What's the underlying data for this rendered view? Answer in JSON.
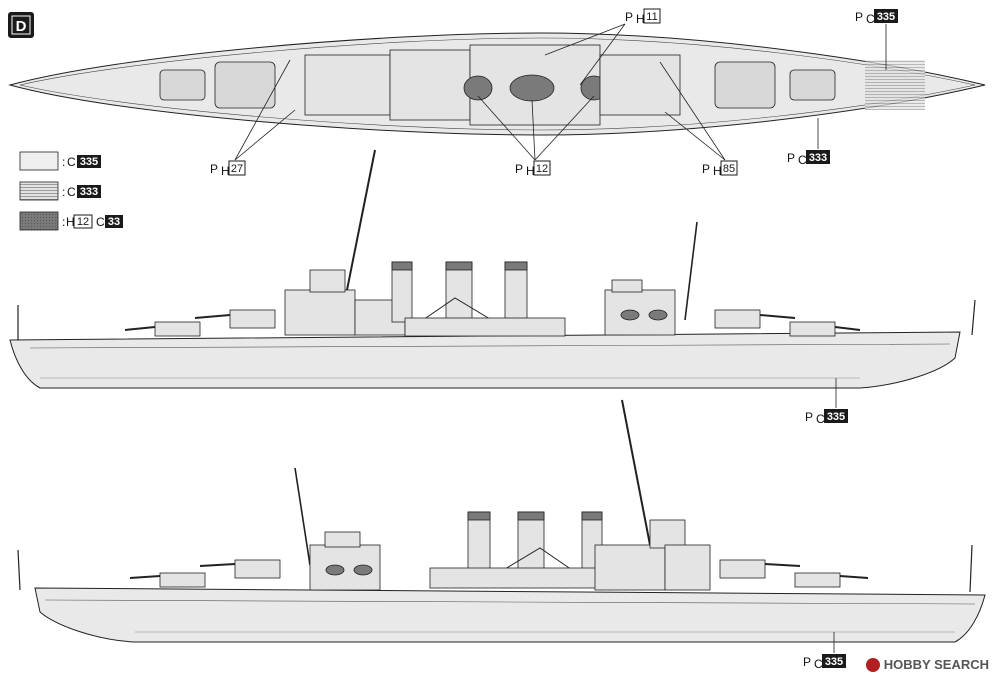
{
  "step_label": "D",
  "legend": [
    {
      "id": "light",
      "text_c": "C",
      "value": "335",
      "fill": "#ececec"
    },
    {
      "id": "striped",
      "text_c": "C",
      "value": "333",
      "fill": "#d0d0d0"
    },
    {
      "id": "dark",
      "text_h": "H",
      "value_h": "12",
      "text_c": "C",
      "value": "33",
      "fill": "#777777"
    }
  ],
  "callouts": {
    "top_ph11": {
      "prefix": "P",
      "sub": "H",
      "value": "11"
    },
    "top_pc335": {
      "prefix": "P",
      "sub": "C",
      "value": "335"
    },
    "top_ph27": {
      "prefix": "P",
      "sub": "H",
      "value": "27"
    },
    "top_ph12": {
      "prefix": "P",
      "sub": "H",
      "value": "12"
    },
    "top_ph85": {
      "prefix": "P",
      "sub": "H",
      "value": "85"
    },
    "top_pc333": {
      "prefix": "P",
      "sub": "C",
      "value": "333"
    },
    "side1_pc335": {
      "prefix": "P",
      "sub": "C",
      "value": "335"
    },
    "side2_pc335": {
      "prefix": "P",
      "sub": "C",
      "value": "335"
    }
  },
  "watermark": {
    "brand": "HOBBY SEARCH"
  },
  "colors": {
    "ink": "#1a1a1a",
    "hull": "#e9e9e9",
    "dark_fill": "#7a7a7a",
    "accent": "#b02020"
  }
}
